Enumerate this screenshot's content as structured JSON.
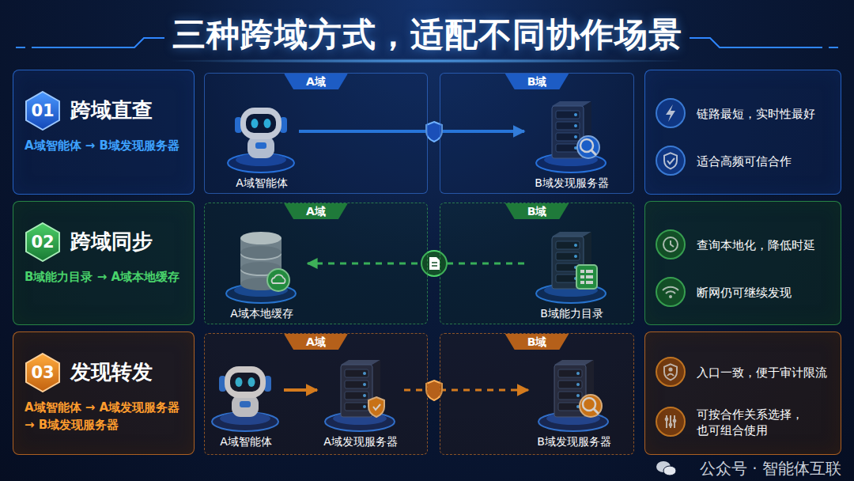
{
  "diagram": {
    "title": "三种跨域方式，适配不同协作场景",
    "nodes": [
      {
        "text": [
          "跨域直查",
          "A域智能体 → B域发现服务器"
        ]
      },
      {
        "text": [
          "01"
        ],
        "in": 0
      },
      {
        "text": [
          "A域"
        ]
      },
      {
        "text": [
          "A域智能体"
        ],
        "in": 2
      },
      {
        "text": [
          "B域"
        ]
      },
      {
        "text": [
          "B域发现服务器"
        ],
        "in": 4
      },
      {
        "text": [
          "链路最短，实时性最好",
          "适合高频可信合作"
        ]
      },
      {
        "text": [
          "跨域同步",
          "B域能力目录 → A域本地缓存"
        ]
      },
      {
        "text": [
          "02"
        ],
        "in": 7
      },
      {
        "text": [
          "A域"
        ]
      },
      {
        "text": [
          "A域本地缓存"
        ],
        "in": 9
      },
      {
        "text": [
          "B域"
        ]
      },
      {
        "text": [
          "B域能力目录"
        ],
        "in": 11
      },
      {
        "text": [
          "查询本地化，降低时延",
          "断网仍可继续发现"
        ]
      },
      {
        "text": [
          "发现转发",
          "A域智能体 → A域发现服务器 → B域发现服务器"
        ]
      },
      {
        "text": [
          "03"
        ],
        "in": 14
      },
      {
        "text": [
          "A域"
        ]
      },
      {
        "text": [
          "A域智能体"
        ],
        "in": 16
      },
      {
        "text": [
          "A域发现服务器"
        ],
        "in": 16
      },
      {
        "text": [
          "B域"
        ]
      },
      {
        "text": [
          "B域发现服务器"
        ],
        "in": 19
      },
      {
        "text": [
          "入口一致，便于审计限流",
          "可按合作关系选择， 也可组合使用"
        ]
      }
    ],
    "edges": [
      {
        "from": 3,
        "to": 5,
        "arrow": "to"
      },
      {
        "from": 12,
        "to": 10,
        "arrow": "to"
      },
      {
        "from": 17,
        "to": 18,
        "arrow": "to"
      },
      {
        "from": 18,
        "to": 20,
        "arrow": "to"
      }
    ],
    "labels": [
      "公众号 · 智能体互联"
    ]
  }
}
